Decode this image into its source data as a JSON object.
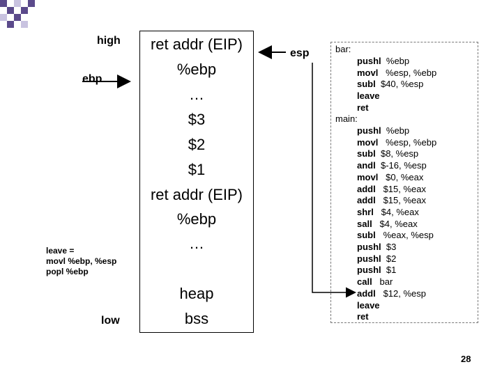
{
  "labels": {
    "high": "high",
    "ebp": "ebp",
    "esp": "esp",
    "low": "low",
    "leave_note": [
      "leave =",
      "movl %ebp, %esp",
      "popl %ebp"
    ]
  },
  "stack": [
    "ret addr (EIP)",
    "%ebp",
    "…",
    "$3",
    "$2",
    "$1",
    "ret addr (EIP)",
    "%ebp",
    "…",
    "",
    "heap",
    "bss"
  ],
  "code": {
    "bar_label": "bar:",
    "bar": [
      {
        "op": "pushl",
        "args": "%ebp"
      },
      {
        "op": "movl",
        "args": " %esp, %ebp"
      },
      {
        "op": "subl",
        "args": "$40, %esp"
      },
      {
        "op": "leave",
        "args": ""
      },
      {
        "op": "ret",
        "args": ""
      }
    ],
    "main_label": "main:",
    "main": [
      {
        "op": "pushl",
        "args": "%ebp"
      },
      {
        "op": "movl",
        "args": " %esp, %ebp"
      },
      {
        "op": "subl",
        "args": "$8, %esp"
      },
      {
        "op": "andl",
        "args": "$-16, %esp"
      },
      {
        "op": "movl",
        "args": " $0, %eax"
      },
      {
        "op": "addl",
        "args": " $15, %eax"
      },
      {
        "op": "addl",
        "args": " $15, %eax"
      },
      {
        "op": "shrl",
        "args": " $4, %eax"
      },
      {
        "op": "sall",
        "args": " $4, %eax"
      },
      {
        "op": "subl",
        "args": " %eax, %esp"
      },
      {
        "op": "pushl",
        "args": "$3"
      },
      {
        "op": "pushl",
        "args": "$2"
      },
      {
        "op": "pushl",
        "args": "$1"
      },
      {
        "op": "call",
        "args": " bar"
      },
      {
        "op": "addl",
        "args": " $12, %esp"
      },
      {
        "op": "leave",
        "args": ""
      },
      {
        "op": "ret",
        "args": ""
      }
    ]
  },
  "page_number": "28",
  "colors": {
    "decor_purple": "#5b4a8b",
    "decor_light": "#c9c3e0",
    "arrow": "#000000",
    "code_border": "#777777"
  }
}
